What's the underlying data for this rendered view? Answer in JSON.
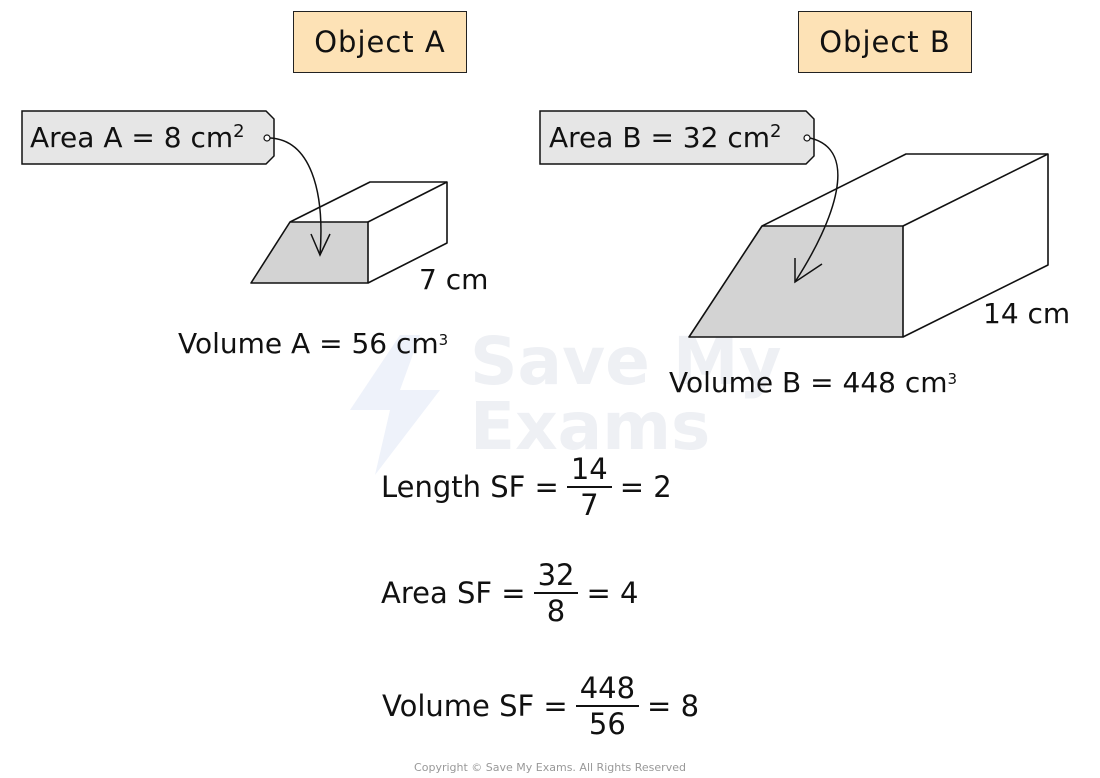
{
  "objects": {
    "a": {
      "title": "Object A",
      "area_tag": "Area A = 8 cm",
      "area_sup": "2",
      "length": "7 cm",
      "volume": "Volume  A = 56 cm",
      "volume_sup": "3"
    },
    "b": {
      "title": "Object B",
      "area_tag": "Area B = 32 cm",
      "area_sup": "2",
      "length": "14 cm",
      "volume": "Volume  B = 448 cm",
      "volume_sup": "3"
    }
  },
  "equations": {
    "length": {
      "lhs": "Length  SF =",
      "num": "14",
      "den": "7",
      "rhs": "= 2"
    },
    "area": {
      "lhs": "Area  SF =",
      "num": "32",
      "den": "8",
      "rhs": "= 4"
    },
    "volume": {
      "lhs": "Volume  SF =",
      "num": "448",
      "den": "56",
      "rhs": "= 8"
    }
  },
  "watermark": {
    "line1": "Save My",
    "line2": "Exams"
  },
  "copyright": "Copyright © Save My Exams. All Rights Reserved",
  "colors": {
    "title_fill": "#fde2b6",
    "tag_fill": "#e6e6e6",
    "face_fill": "#d3d3d3"
  }
}
